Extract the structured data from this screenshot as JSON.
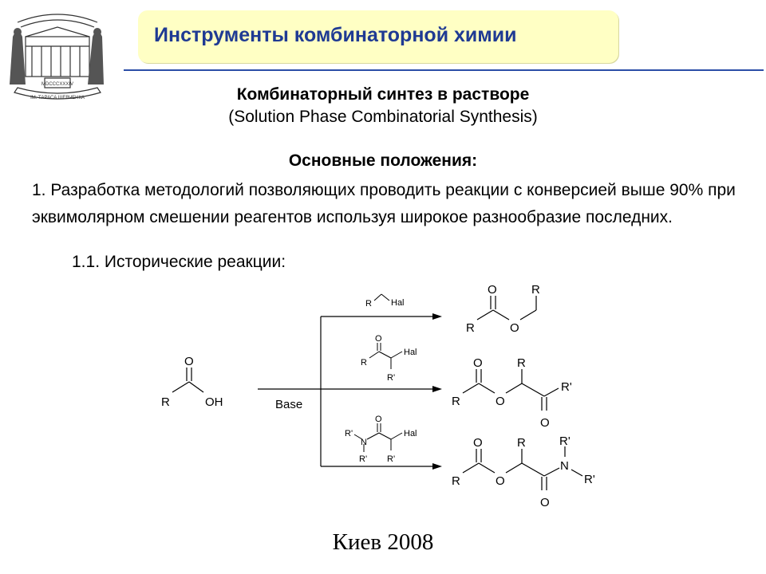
{
  "header": {
    "title": "Инструменты комбинаторной химии",
    "accent_color": "#1f3a93",
    "box_color": "#ffffc4",
    "logo": {
      "icon": "university-seal-icon",
      "motto": "MDCCCXXXIV",
      "banner": "ІМ. ТАРАСА ШЕВЧЕНКА"
    }
  },
  "content": {
    "heading": "Комбинаторный синтез в растворе",
    "heading_en": "(Solution Phase Combinatorial Synthesis)",
    "section_title": "Основные положения:",
    "point_1": "1. Разработка методологий позволяющих проводить реакции с конверсией выше 90% при эквимолярном смешении реагентов используя широкое разнообразие последних.",
    "subpoint_1_1": "1.1. Исторические реакции:"
  },
  "scheme": {
    "start": {
      "R": "R",
      "O": "O",
      "OH": "OH"
    },
    "base_label": "Base",
    "reagent_1": {
      "R": "R",
      "Hal": "Hal"
    },
    "reagent_2": {
      "O": "O",
      "R": "R",
      "Hal": "Hal",
      "Rp": "R'"
    },
    "reagent_3": {
      "O": "O",
      "Rp1": "R'",
      "N": "N",
      "Rp2": "R'",
      "Hal": "Hal",
      "Rp3": "R'"
    },
    "product_1": {
      "O1": "O",
      "R1": "R",
      "R2": "R",
      "O2": "O"
    },
    "product_2": {
      "O1": "O",
      "R1": "R",
      "R2": "R",
      "O2": "O",
      "Rp": "R'",
      "O3": "O"
    },
    "product_3": {
      "O1": "O",
      "R1": "R",
      "R2": "R",
      "O2": "O",
      "Rp1": "R'",
      "N": "N",
      "Rp2": "R'",
      "O3": "O"
    }
  },
  "footer": {
    "text": "Киев 2008"
  }
}
